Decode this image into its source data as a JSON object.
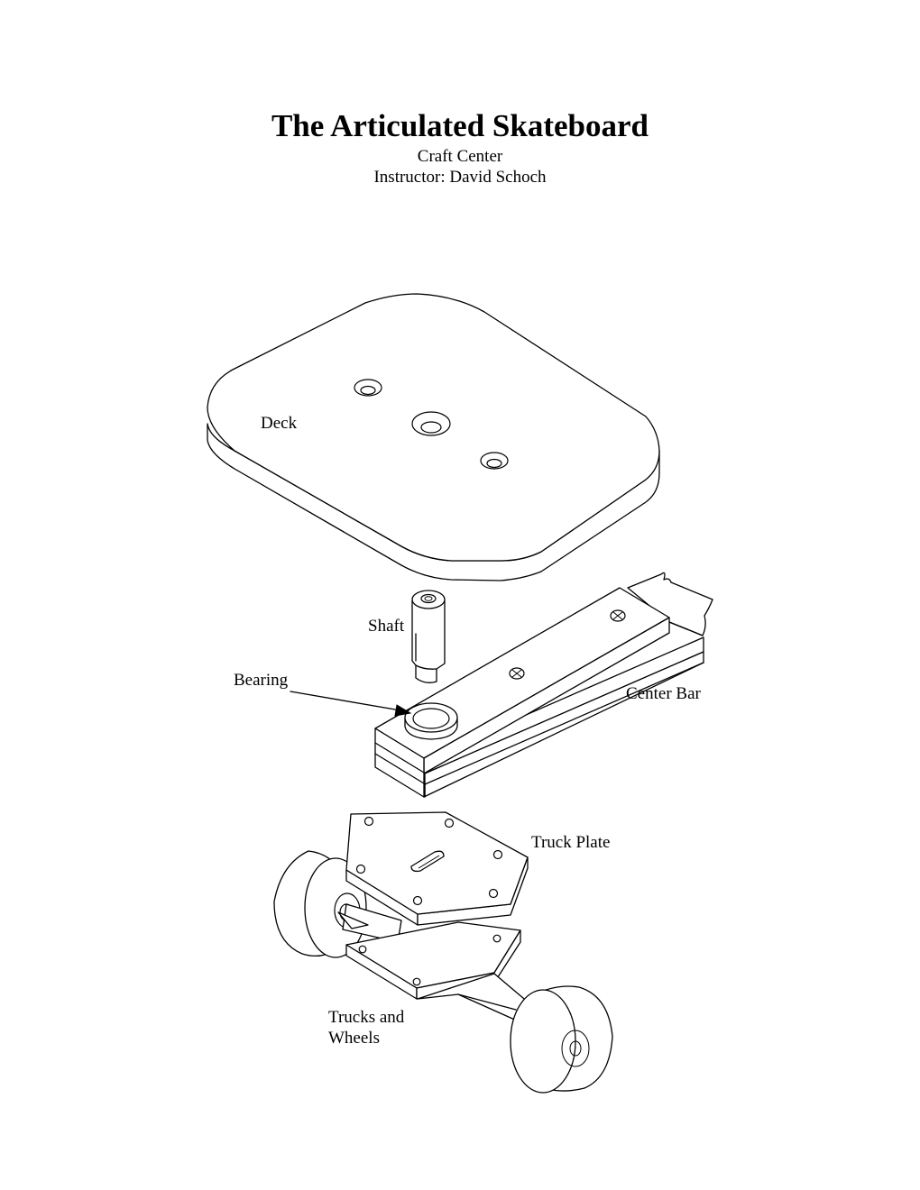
{
  "header": {
    "title": "The Articulated Skateboard",
    "subtitle_1": "Craft Center",
    "subtitle_2": "Instructor: David Schoch"
  },
  "labels": {
    "deck": "Deck",
    "shaft": "Shaft",
    "bearing": "Bearing",
    "center_bar": "Center Bar",
    "truck_plate": "Truck Plate",
    "trucks_line1": "Trucks and",
    "trucks_line2": "Wheels"
  }
}
